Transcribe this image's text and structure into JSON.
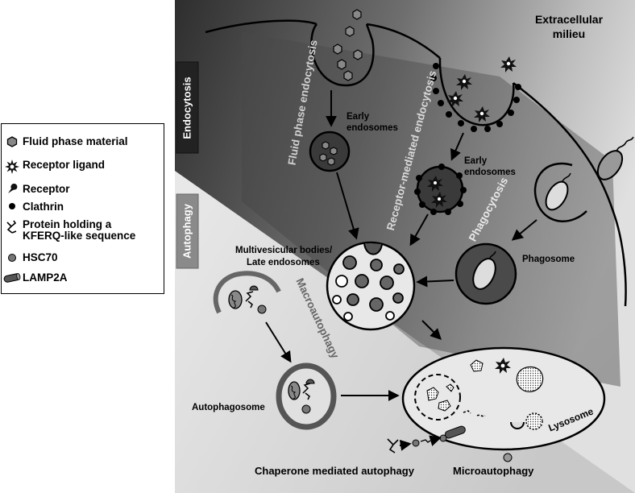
{
  "legend": {
    "items": [
      {
        "label": "Fluid phase material",
        "icon": "hexagon-icon"
      },
      {
        "label": "Receptor ligand",
        "icon": "star-burst-icon"
      },
      {
        "label": "Receptor",
        "icon": "receptor-icon"
      },
      {
        "label": "Clathrin",
        "icon": "dot-icon"
      },
      {
        "label": "Protein holding a\nKFERQ-like sequence",
        "icon": "protein-icon"
      },
      {
        "label": "HSC70",
        "icon": "circle-gray-icon"
      },
      {
        "label": "LAMP2A",
        "icon": "cylinder-icon"
      }
    ]
  },
  "sections": {
    "endocytosis": "Endocytosis",
    "autophagy": "Autophagy"
  },
  "labels": {
    "extracellular_line1": "Extracellular",
    "extracellular_line2": "milieu",
    "fluid_phase_endocytosis": "Fluid phase endocytosis",
    "receptor_mediated_endocytosis": "Receptor-mediated endocytosis",
    "phagocytosis": "Phagocytosis",
    "early_endosomes_1a": "Early",
    "early_endosomes_1b": "endosomes",
    "early_endosomes_2a": "Early",
    "early_endosomes_2b": "endosomes",
    "phagosome": "Phagosome",
    "mvb_line1": "Multivesicular bodies/",
    "mvb_line2": "Late endosomes",
    "macroautophagy": "Macroautophagy",
    "autophagosome": "Autophagosome",
    "lysosome": "Lysosome",
    "cma": "Chaperone mediated autophagy",
    "microautophagy": "Microautophagy"
  },
  "colors": {
    "background_dark": "#4a4a4a",
    "background_light": "#e6e6e6",
    "tab_endocytosis": "#2a2a2a",
    "tab_autophagy": "#8a8a8a",
    "membrane": "#000000"
  }
}
